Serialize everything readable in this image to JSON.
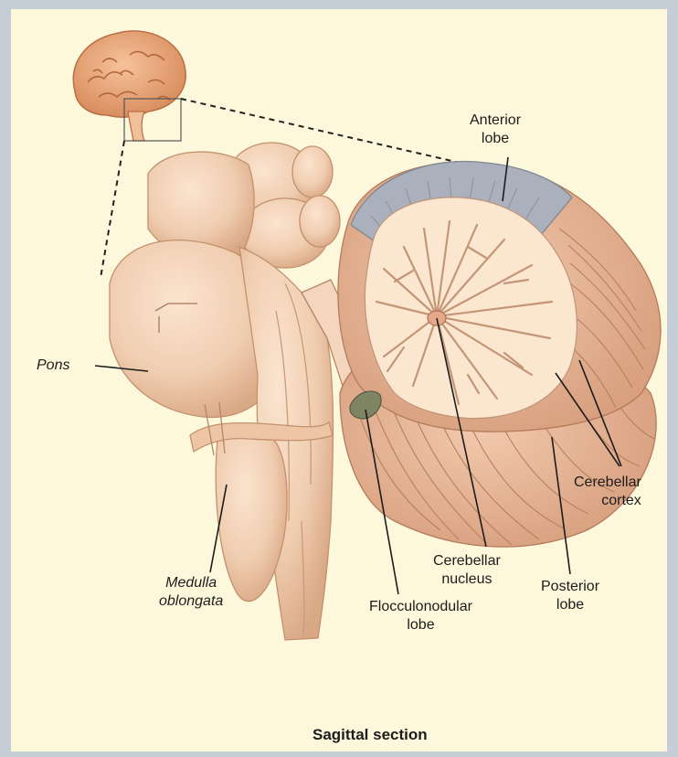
{
  "labels": {
    "anterior_lobe": [
      "Anterior",
      "lobe"
    ],
    "pons": "Pons",
    "medulla_oblongata": [
      "Medulla",
      "oblongata"
    ],
    "cerebellar_nucleus": [
      "Cerebellar",
      "nucleus"
    ],
    "flocculonodular_lobe": [
      "Flocculonodular",
      "lobe"
    ],
    "posterior_lobe": [
      "Posterior",
      "lobe"
    ],
    "cerebellar_cortex": [
      "Cerebellar",
      "cortex"
    ]
  },
  "caption": "Sagittal section",
  "colors": {
    "background": "#fdf8db",
    "frame": "#c5ced6",
    "brainstem": "#f0cdb0",
    "arbor_vitae": "#fbe6d0",
    "anterior_lobe_cortex": "#aab1bc",
    "cerebellar_cortex": "#e9b699",
    "flocculonodular": "#7f8464"
  }
}
